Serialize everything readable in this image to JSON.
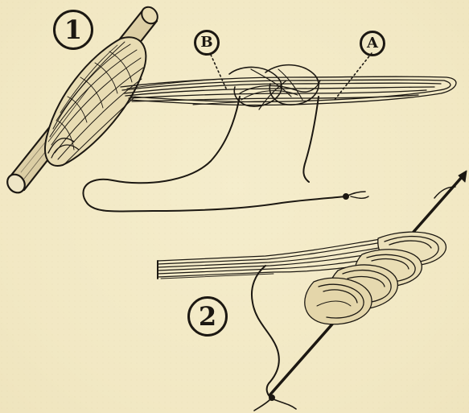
{
  "figures": {
    "one": "1",
    "two": "2"
  },
  "callouts": {
    "a": "A",
    "b": "B"
  },
  "illustration": {
    "style": "engraving",
    "ink_color": "#1c1812",
    "paper_color": "#f4ecc8"
  }
}
